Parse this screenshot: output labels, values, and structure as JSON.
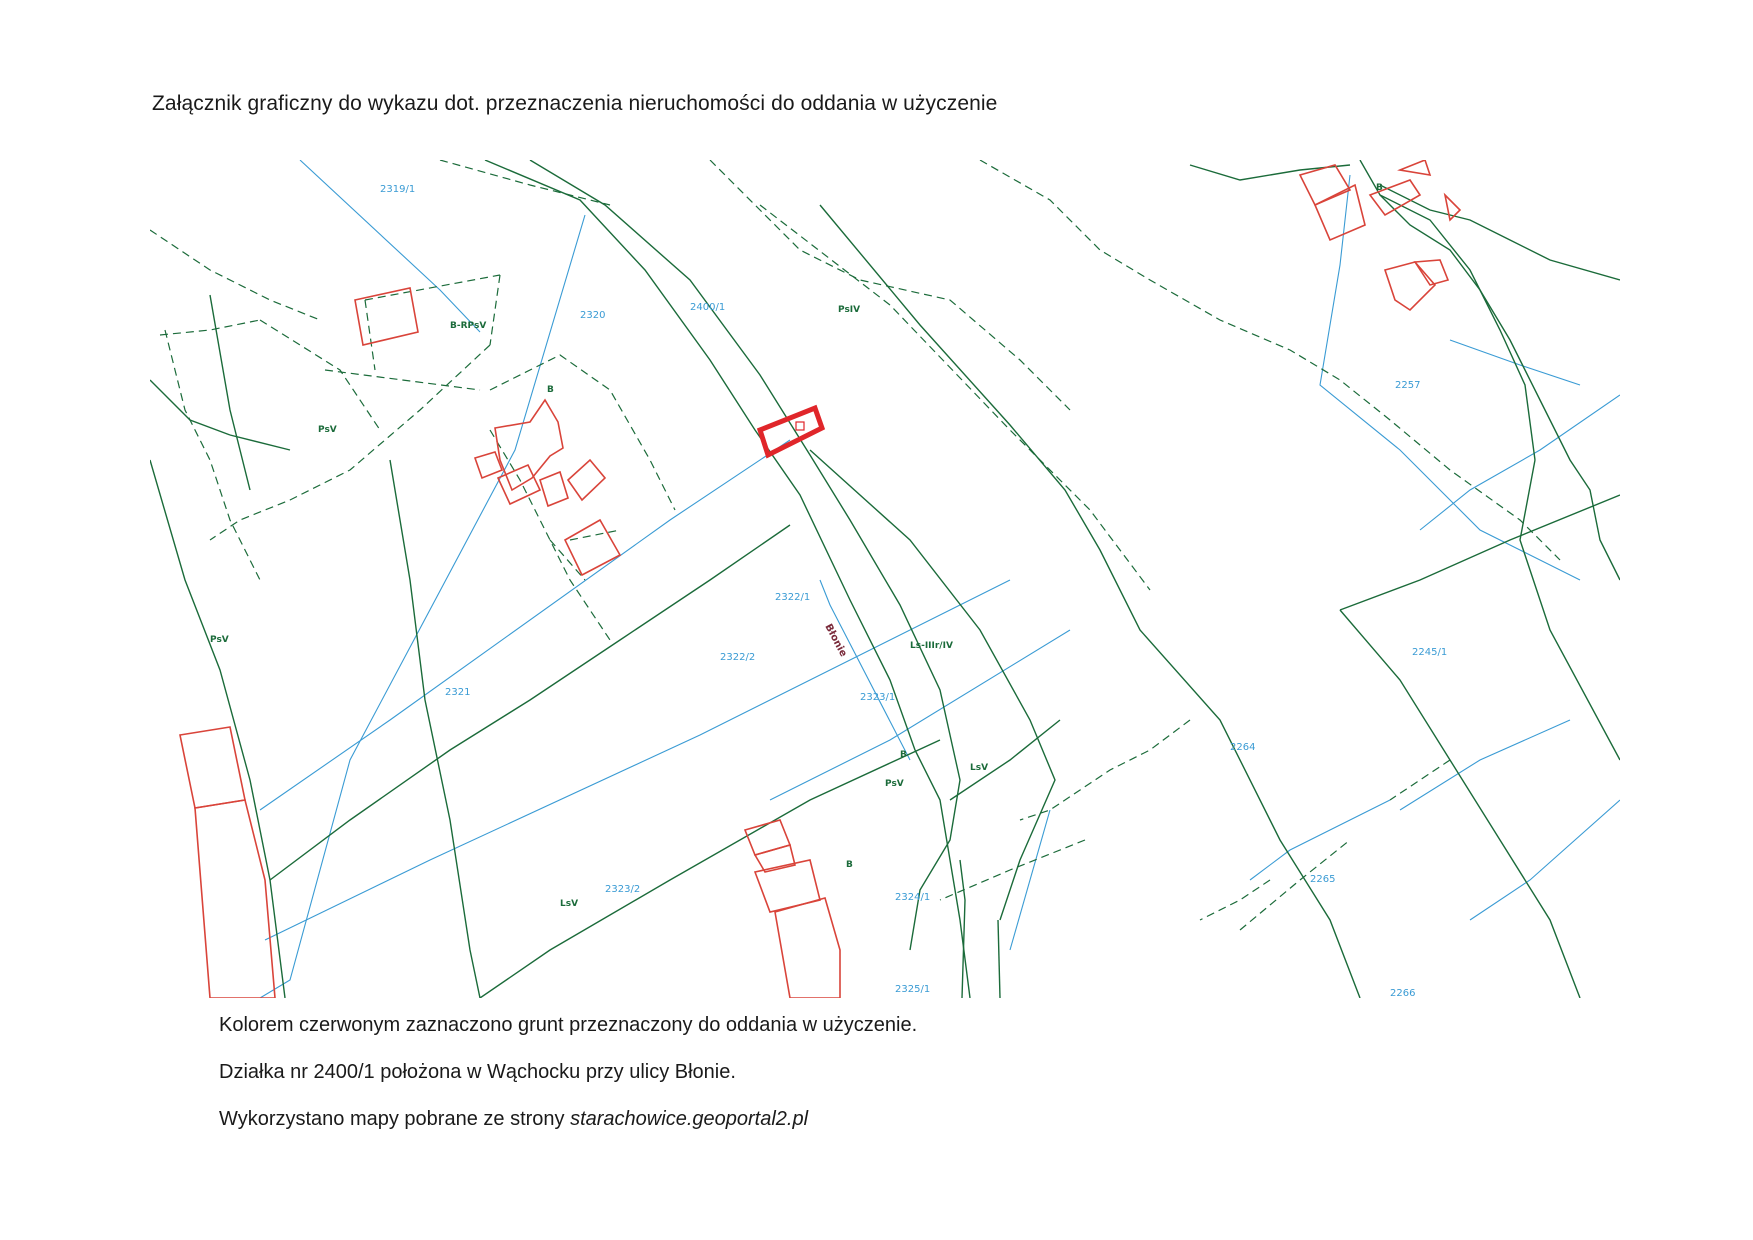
{
  "document": {
    "title": "Załącznik graficzny do wykazu dot. przeznaczenia nieruchomości do oddania w użyczenie",
    "notes": {
      "note1": "Kolorem czerwonym zaznaczono grunt przeznaczony do oddania w użyczenie.",
      "note2": "Działka nr 2400/1 położona w Wąchocku przy ulicy Błonie.",
      "note3_prefix": "Wykorzystano mapy pobrane ze strony ",
      "note3_link": "starachowice.geoportal2.pl"
    }
  },
  "map": {
    "colors": {
      "parcel_boundary": "#1b6b3a",
      "cadastral_line": "#3a9bd4",
      "building": "#d9443a",
      "highlight": "#e0262a"
    },
    "parcel_numbers": [
      "2319/1",
      "2320",
      "2400/1",
      "2321",
      "2322/1",
      "2322/2",
      "2323/1",
      "2323/2",
      "2324/1",
      "2325/1",
      "2257",
      "2245/1",
      "2264",
      "2265",
      "2266"
    ],
    "land_use_labels": [
      "B-RPsV",
      "PsIV",
      "PsV",
      "PsV",
      "Ls-IIIr/IV",
      "LsV",
      "LsV",
      "PsV",
      "B",
      "B",
      "B",
      "B"
    ],
    "street_name": "Błonie"
  }
}
